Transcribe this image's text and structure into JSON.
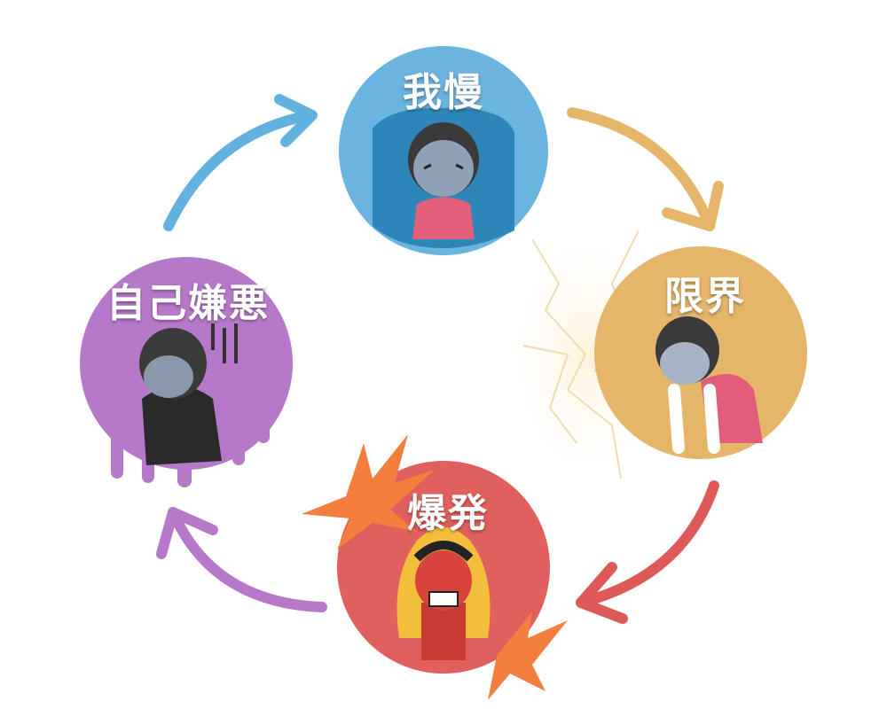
{
  "cycle": {
    "stages": [
      {
        "label": "我慢",
        "color": "#6ab4e0"
      },
      {
        "label": "限界",
        "color": "#e5b56a"
      },
      {
        "label": "爆発",
        "color": "#df605c"
      },
      {
        "label": "自己嫌悪",
        "color": "#b679c9"
      }
    ],
    "arrow_colors": {
      "blue": "#62b2e0",
      "gold": "#e5b56a",
      "red": "#dd5a58",
      "purple": "#b679c9"
    }
  }
}
